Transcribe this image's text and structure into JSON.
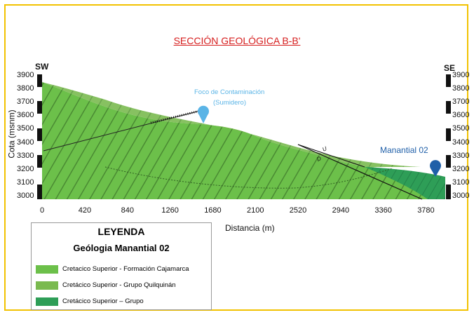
{
  "title": "SECCIÓN GEOLÓGICA B-B'",
  "orientation": {
    "left": "SW",
    "right": "SE"
  },
  "y_axis": {
    "label": "Cota (msnm)",
    "ticks": [
      "3900",
      "3800",
      "3700",
      "3600",
      "3500",
      "3400",
      "3300",
      "3200",
      "3100",
      "3000"
    ]
  },
  "x_axis": {
    "label": "Distancia (m)",
    "ticks": [
      "0",
      "420",
      "840",
      "1260",
      "1680",
      "2100",
      "2520",
      "2940",
      "3360",
      "3780"
    ]
  },
  "annotations": {
    "focus_line1": "Foco de Contaminación",
    "focus_line2": "(Sumidero)",
    "spring": "Manantial 02",
    "fault_u": "U",
    "fault_d": "D"
  },
  "legend": {
    "title": "LEYENDA",
    "subtitle": "Geólogia Manantial 02",
    "items": [
      {
        "label": "Cretacico Superior - Formación Cajamarca",
        "color": "#6cc04a"
      },
      {
        "label": "Cretácico Superior - Grupo Quilquinán",
        "color": "#7aba4f"
      },
      {
        "label": "Cretácico Superior – Grupo",
        "color": "#2e9e57"
      }
    ]
  },
  "colors": {
    "frame": "#f2c200",
    "title": "#d61e1e",
    "light_marker": "#5ab4e6",
    "dark_marker": "#1f5fa8"
  }
}
